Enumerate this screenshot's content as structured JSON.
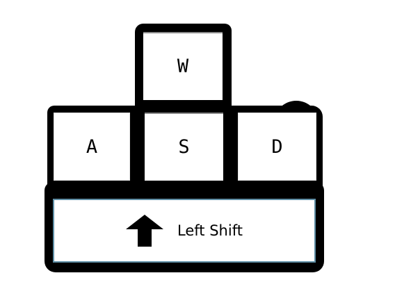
{
  "keys": {
    "w": "W",
    "a": "A",
    "s": "S",
    "d": "D",
    "shift": {
      "label": "Left Shift",
      "icon": "arrow-up-icon"
    }
  },
  "colors": {
    "outline": "#000000",
    "keycap": "#ffffff",
    "shift_border": "#5f8fa6"
  }
}
